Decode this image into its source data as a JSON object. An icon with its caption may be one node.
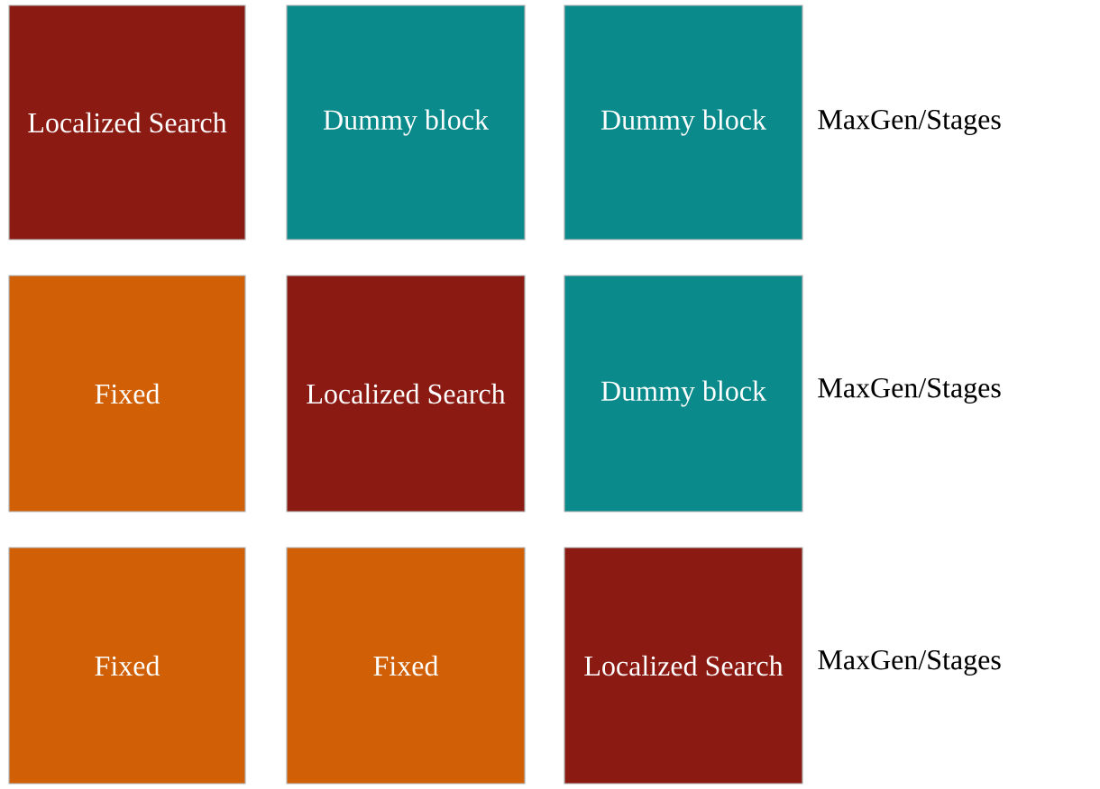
{
  "diagram": {
    "nodes": [
      {
        "text": [
          "Localized Search"
        ]
      },
      {
        "text": [
          "Dummy block"
        ]
      },
      {
        "text": [
          "Dummy block"
        ]
      },
      {
        "text": [
          "Fixed"
        ]
      },
      {
        "text": [
          "Localized Search"
        ]
      },
      {
        "text": [
          "Dummy block"
        ]
      },
      {
        "text": [
          "Fixed"
        ]
      },
      {
        "text": [
          "Fixed"
        ]
      },
      {
        "text": [
          "Localized Search"
        ]
      }
    ],
    "labels": [
      "MaxGen/Stages",
      "MaxGen/Stages",
      "MaxGen/Stages"
    ]
  }
}
